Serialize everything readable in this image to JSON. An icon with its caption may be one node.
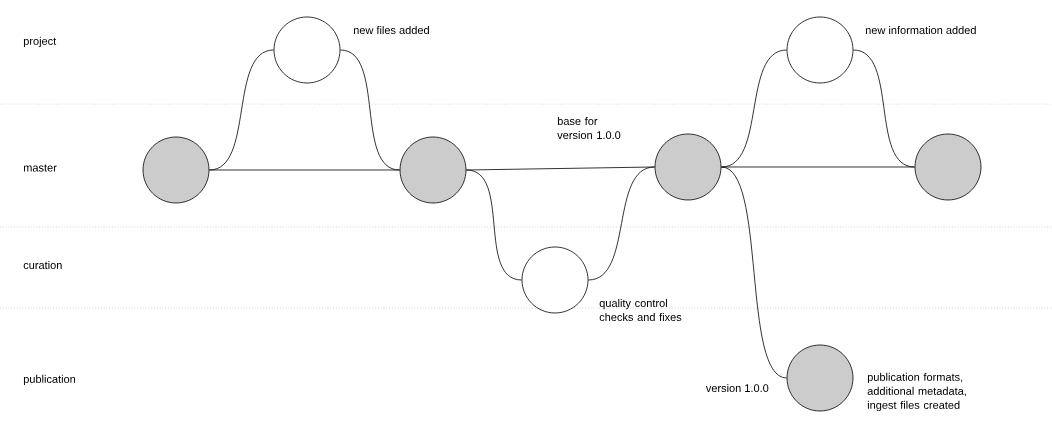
{
  "diagram": {
    "nodes": [
      {
        "text": [],
        "shape": "circle"
      },
      {
        "text": [],
        "shape": "circle",
        "beside": [
          "new files added"
        ]
      },
      {
        "text": [],
        "shape": "circle"
      },
      {
        "text": [],
        "shape": "circle",
        "beside": [
          "quality control checks and fixes"
        ]
      },
      {
        "text": [],
        "shape": "circle",
        "beside": [
          "base for version 1.0.0"
        ]
      },
      {
        "text": [],
        "shape": "circle",
        "beside": [
          "new information added"
        ]
      },
      {
        "text": [],
        "shape": "circle"
      },
      {
        "text": [],
        "shape": "circle",
        "beside": [
          "version 1.0.0",
          "publication formats, additional metadata, ingest files created"
        ]
      }
    ],
    "edges": [
      {
        "from": 0,
        "to": 1,
        "arrow": "none"
      },
      {
        "from": 1,
        "to": 2,
        "arrow": "none"
      },
      {
        "from": 0,
        "to": 2,
        "arrow": "none"
      },
      {
        "from": 2,
        "to": 3,
        "arrow": "none"
      },
      {
        "from": 3,
        "to": 4,
        "arrow": "none"
      },
      {
        "from": 2,
        "to": 4,
        "arrow": "none"
      },
      {
        "from": 4,
        "to": 5,
        "arrow": "none"
      },
      {
        "from": 5,
        "to": 6,
        "arrow": "none"
      },
      {
        "from": 4,
        "to": 6,
        "arrow": "none"
      },
      {
        "from": 4,
        "to": 7,
        "arrow": "none"
      }
    ],
    "labels": [
      "project",
      "master",
      "curation",
      "publication"
    ]
  }
}
